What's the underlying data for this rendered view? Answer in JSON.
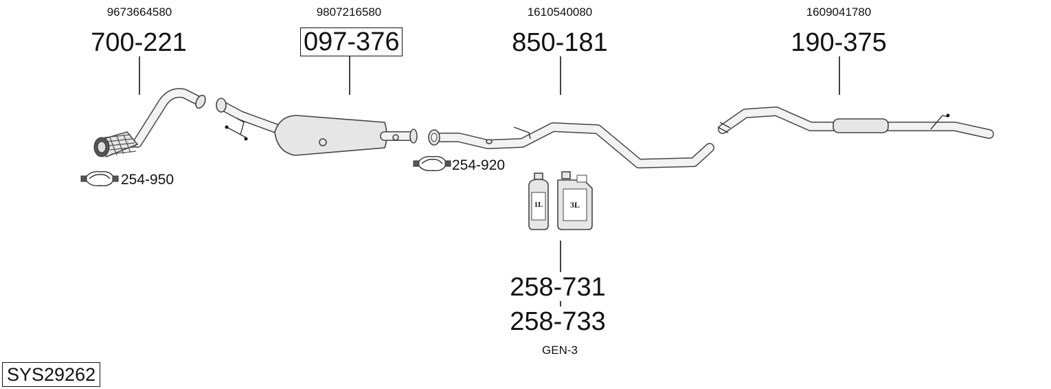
{
  "parts": [
    {
      "oem": "9673664580",
      "number": "700-221",
      "boxed": false
    },
    {
      "oem": "9807216580",
      "number": "097-376",
      "boxed": true
    },
    {
      "oem": "1610540080",
      "number": "850-181",
      "boxed": false
    },
    {
      "oem": "1609041780",
      "number": "190-375",
      "boxed": false
    }
  ],
  "clamps": [
    {
      "number": "254-950"
    },
    {
      "number": "254-920"
    }
  ],
  "fluids": {
    "numbers": [
      "258-731",
      "258-733"
    ],
    "generation": "GEN-3",
    "bottle_small_label": "1L",
    "bottle_large_label": "3L"
  },
  "system_id": "SYS29262"
}
